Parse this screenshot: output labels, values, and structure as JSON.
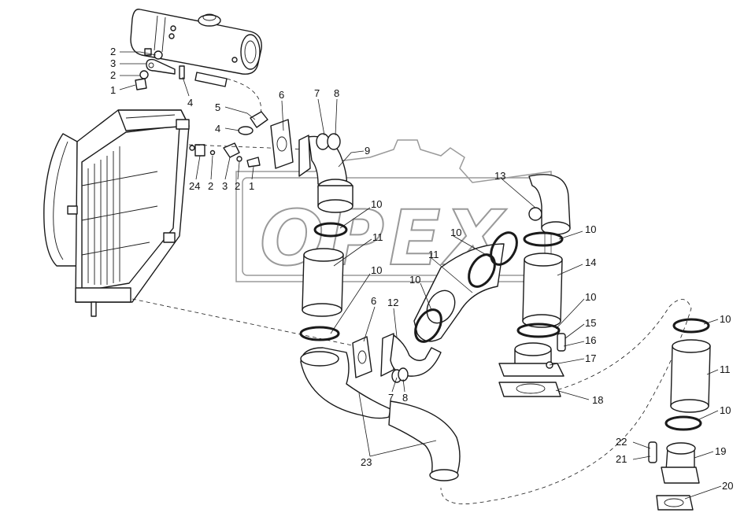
{
  "watermark": {
    "text": "OPEX"
  },
  "colors": {
    "line": "#1a1a1a",
    "watermark": "#9a9a9a",
    "background": "#ffffff"
  },
  "callouts": [
    {
      "id": "c-2a",
      "text": "2"
    },
    {
      "id": "c-3a",
      "text": "3"
    },
    {
      "id": "c-2b",
      "text": "2"
    },
    {
      "id": "c-1a",
      "text": "1"
    },
    {
      "id": "c-4a",
      "text": "4"
    },
    {
      "id": "c-5",
      "text": "5"
    },
    {
      "id": "c-4b",
      "text": "4"
    },
    {
      "id": "c-24",
      "text": "24"
    },
    {
      "id": "c-2c",
      "text": "2"
    },
    {
      "id": "c-3b",
      "text": "3"
    },
    {
      "id": "c-2d",
      "text": "2"
    },
    {
      "id": "c-1b",
      "text": "1"
    },
    {
      "id": "c-6a",
      "text": "6"
    },
    {
      "id": "c-7a",
      "text": "7"
    },
    {
      "id": "c-8a",
      "text": "8"
    },
    {
      "id": "c-9",
      "text": "9"
    },
    {
      "id": "c-10a",
      "text": "10"
    },
    {
      "id": "c-11a",
      "text": "11"
    },
    {
      "id": "c-10b",
      "text": "10"
    },
    {
      "id": "c-10c",
      "text": "10"
    },
    {
      "id": "c-11b",
      "text": "11"
    },
    {
      "id": "c-10d",
      "text": "10"
    },
    {
      "id": "c-13",
      "text": "13"
    },
    {
      "id": "c-10e",
      "text": "10"
    },
    {
      "id": "c-14",
      "text": "14"
    },
    {
      "id": "c-10f",
      "text": "10"
    },
    {
      "id": "c-15",
      "text": "15"
    },
    {
      "id": "c-16",
      "text": "16"
    },
    {
      "id": "c-17",
      "text": "17"
    },
    {
      "id": "c-18",
      "text": "18"
    },
    {
      "id": "c-6b",
      "text": "6"
    },
    {
      "id": "c-12",
      "text": "12"
    },
    {
      "id": "c-7b",
      "text": "7"
    },
    {
      "id": "c-8b",
      "text": "8"
    },
    {
      "id": "c-23",
      "text": "23"
    },
    {
      "id": "c-10g",
      "text": "10"
    },
    {
      "id": "c-11c",
      "text": "11"
    },
    {
      "id": "c-10h",
      "text": "10"
    },
    {
      "id": "c-22",
      "text": "22"
    },
    {
      "id": "c-21",
      "text": "21"
    },
    {
      "id": "c-19",
      "text": "19"
    },
    {
      "id": "c-20",
      "text": "20"
    }
  ]
}
